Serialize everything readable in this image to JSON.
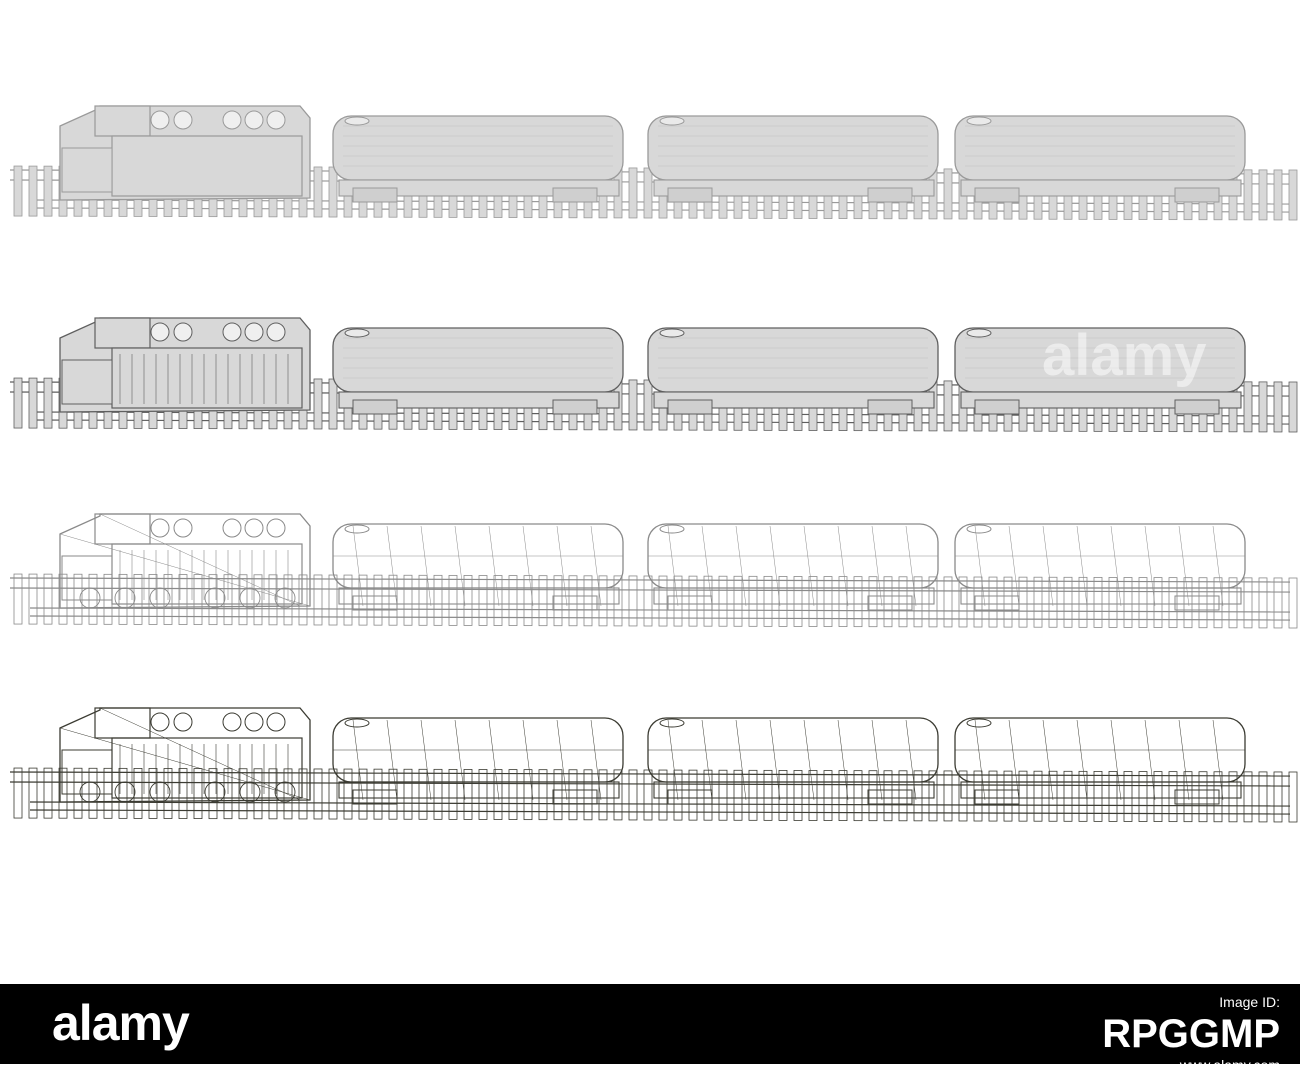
{
  "image": {
    "rows": [
      {
        "name": "solid-shaded",
        "style": "solid"
      },
      {
        "name": "shaded-edges",
        "style": "edges"
      },
      {
        "name": "wireframe-light",
        "style": "wire-light"
      },
      {
        "name": "wireframe-dark",
        "style": "wire-dark"
      }
    ],
    "tank_cars_per_train": 3,
    "colors": {
      "solid_fill": "#d8d8d8",
      "solid_stroke": "#9a9a9a",
      "edge_stroke": "#5f5f5f",
      "wire_light": "#8a8a8a",
      "wire_dark": "#3b3b32",
      "background": "#ffffff"
    }
  },
  "watermark": "alamy",
  "footer": {
    "logo": "alamy",
    "label": "Image ID:",
    "image_id": "RPGGMP",
    "url": "www.alamy.com"
  }
}
